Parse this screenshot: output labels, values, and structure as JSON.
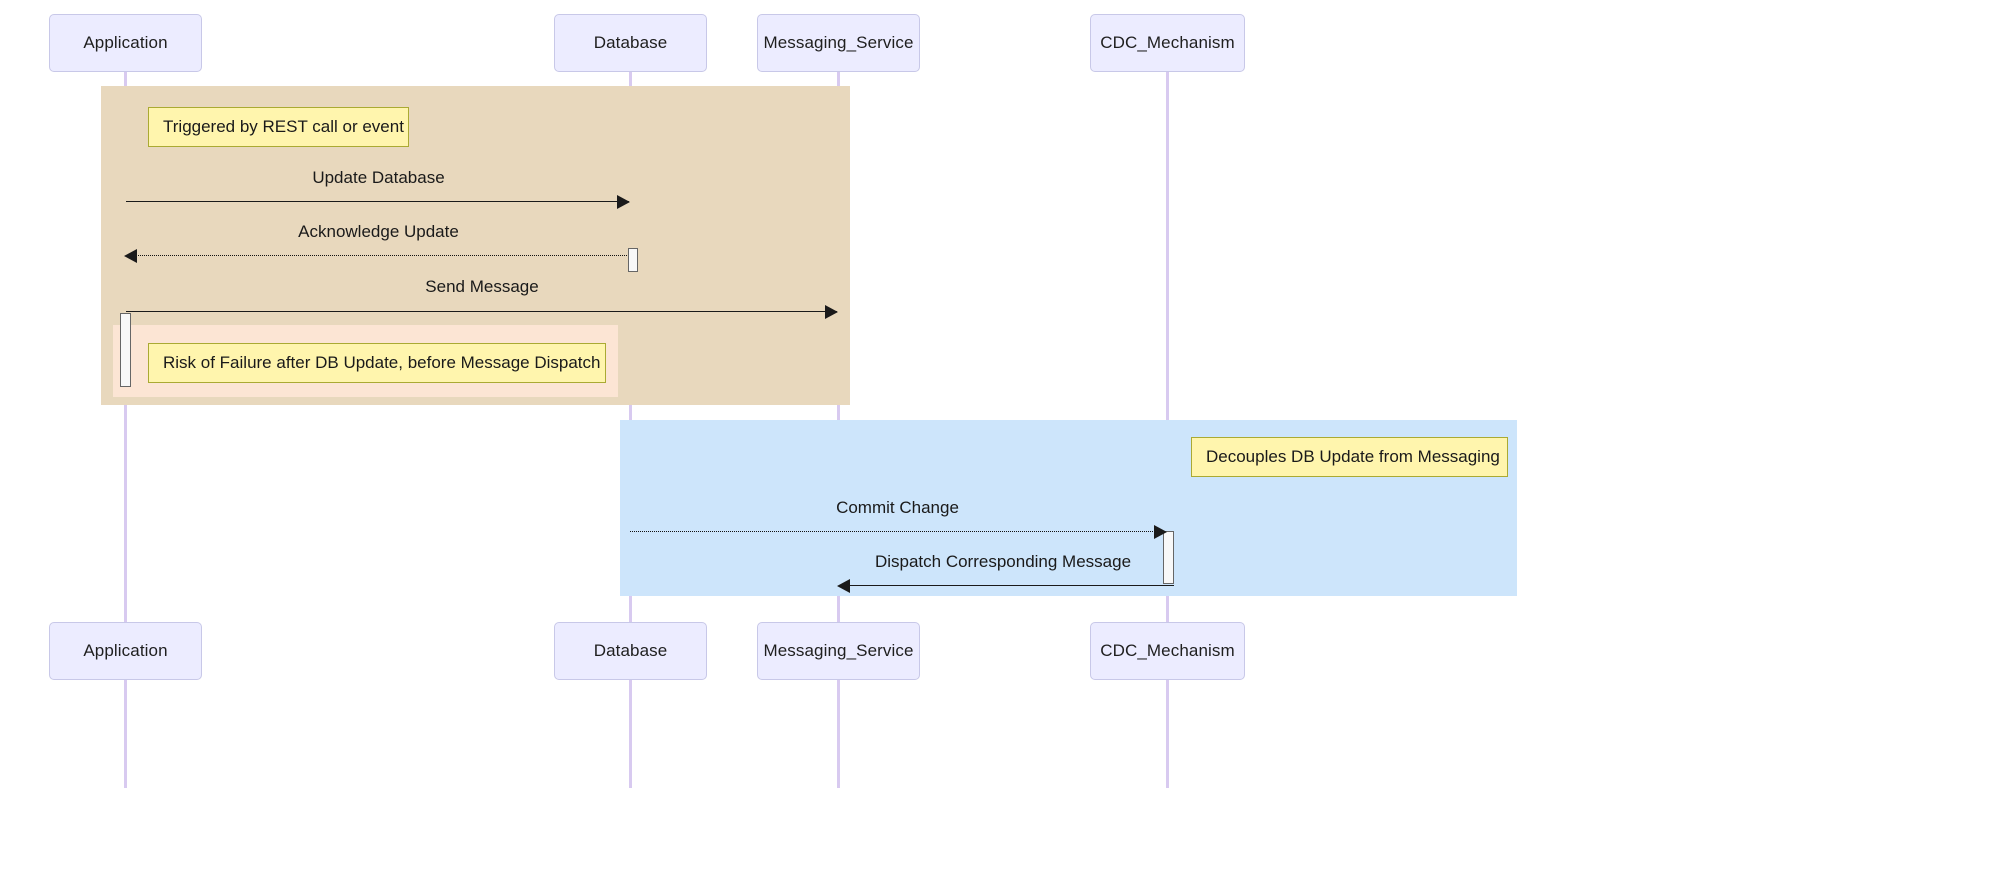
{
  "diagram": {
    "type": "sequence-diagram",
    "title": "Transactional Outbox / CDC sequence diagram",
    "colors": {
      "actor_fill": "#ececff",
      "actor_border": "#c8c8e8",
      "lifeline": "#d8caf0",
      "note_fill": "#fff5ad",
      "note_border": "#aaaa33",
      "region_tan": "#e8d8bd",
      "region_blue": "#cde5fb",
      "region_salmon": "#fce5d4",
      "line": "#1a1a1a",
      "activation_fill": "#f8f8f8",
      "activation_border": "#666666",
      "background": "#ffffff"
    }
  },
  "participants": [
    {
      "id": "application",
      "label": "Application"
    },
    {
      "id": "database",
      "label": "Database"
    },
    {
      "id": "messaging_service",
      "label": "Messaging_Service"
    },
    {
      "id": "cdc_mechanism",
      "label": "CDC_Mechanism"
    }
  ],
  "participants_bottom": [
    {
      "id": "application",
      "label": "Application"
    },
    {
      "id": "database",
      "label": "Database"
    },
    {
      "id": "messaging_service",
      "label": "Messaging_Service"
    },
    {
      "id": "cdc_mechanism",
      "label": "CDC_Mechanism"
    }
  ],
  "notes": [
    {
      "id": "note-rest-trigger",
      "text": "Triggered by REST call or event"
    },
    {
      "id": "note-risk-failure",
      "text": "Risk of Failure after DB Update, before Message Dispatch"
    },
    {
      "id": "note-decouples",
      "text": "Decouples DB Update from Messaging"
    }
  ],
  "messages": [
    {
      "id": "msg-update-database",
      "label": "Update Database",
      "from": "application",
      "to": "database",
      "style": "solid",
      "direction": "right"
    },
    {
      "id": "msg-acknowledge",
      "label": "Acknowledge Update",
      "from": "database",
      "to": "application",
      "style": "dotted",
      "direction": "left"
    },
    {
      "id": "msg-send-message",
      "label": "Send Message",
      "from": "application",
      "to": "messaging_service",
      "style": "solid",
      "direction": "right"
    },
    {
      "id": "msg-commit-change",
      "label": "Commit Change",
      "from": "database",
      "to": "cdc_mechanism",
      "style": "dotted",
      "direction": "right"
    },
    {
      "id": "msg-dispatch",
      "label": "Dispatch Corresponding Message",
      "from": "cdc_mechanism",
      "to": "messaging_service",
      "style": "solid",
      "direction": "left"
    }
  ]
}
